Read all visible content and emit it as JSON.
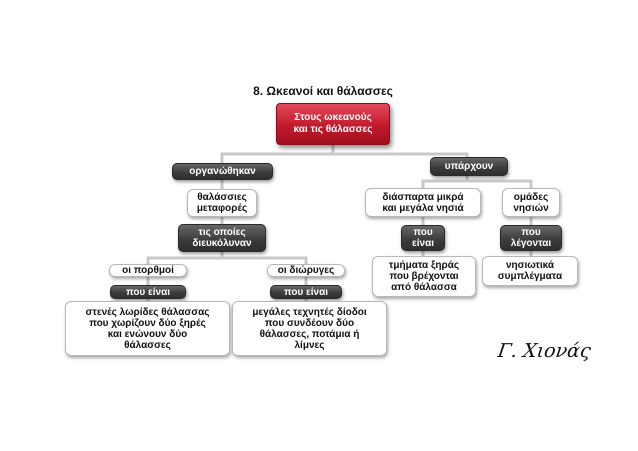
{
  "title": "8. Ωκεανοί και θάλασσες",
  "signature": "Γ. Χιονάς",
  "diagram": {
    "root": "Στους ωκεανούς\nκαι τις θάλασσες",
    "left": {
      "verb": "οργανώθηκαν",
      "item": "θαλάσσιες\nμεταφορές",
      "link": "τις οποίες\nδιευκόλυναν",
      "straits": {
        "label": "οι πορθμοί",
        "link": "που είναι",
        "definition": "στενές λωρίδες θάλασσας\nπου χωρίζουν δύο ξηρές\nκαι ενώνουν δύο\nθάλασσες"
      },
      "canals": {
        "label": "οι διώρυγες",
        "link": "που είναι",
        "definition": "μεγάλες τεχνητές δίοδοι\nπου συνδέουν δύο\nθάλασσες, ποτάμια ή\nλίμνες"
      }
    },
    "right": {
      "verb": "υπάρχουν",
      "islands": {
        "label": "διάσπαρτα μικρά\nκαι μεγάλα νησιά",
        "link": "που\nείναι",
        "definition": "τμήματα ξηράς\nπου βρέχονται\nαπό θάλασσα"
      },
      "groups": {
        "label": "ομάδες\nνησιών",
        "link": "που\nλέγονται",
        "definition": "νησιωτικά\nσυμπλέγματα"
      }
    }
  }
}
